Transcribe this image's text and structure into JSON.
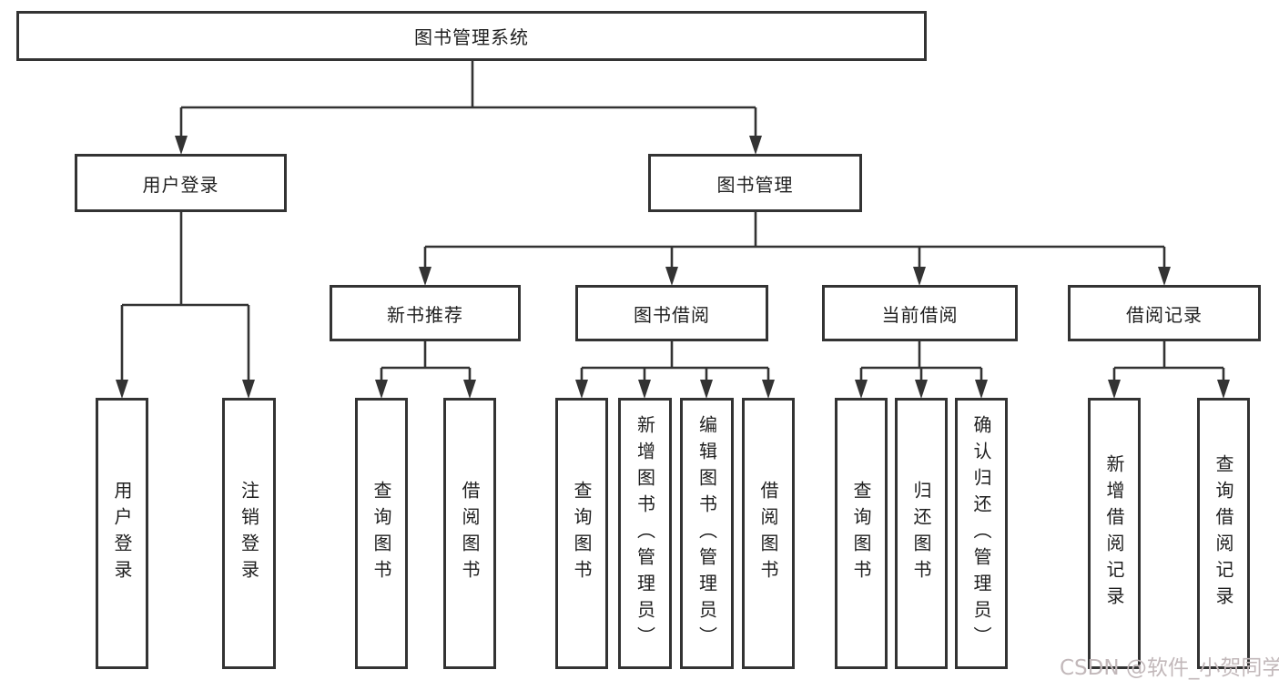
{
  "tree": {
    "label": "图书管理系统",
    "children": [
      {
        "label": "用户登录",
        "children": [
          {
            "label": "用户登录"
          },
          {
            "label": "注销登录"
          }
        ]
      },
      {
        "label": "图书管理",
        "children": [
          {
            "label": "新书推荐",
            "children": [
              {
                "label": "查询图书"
              },
              {
                "label": "借阅图书"
              }
            ]
          },
          {
            "label": "图书借阅",
            "children": [
              {
                "label": "查询图书"
              },
              {
                "label": "新增图书（管理员）"
              },
              {
                "label": "编辑图书（管理员）"
              },
              {
                "label": "借阅图书"
              }
            ]
          },
          {
            "label": "当前借阅",
            "children": [
              {
                "label": "查询图书"
              },
              {
                "label": "归还图书"
              },
              {
                "label": "确认归还（管理员）"
              }
            ]
          },
          {
            "label": "借阅记录",
            "children": [
              {
                "label": "新增借阅记录"
              },
              {
                "label": "查询借阅记录"
              }
            ]
          }
        ]
      }
    ]
  },
  "watermark": {
    "text": "CSDN @软件_小贺同学"
  },
  "colors": {
    "line": "#333333",
    "text": "#1f1f1f",
    "watermark": "#c2b8ba",
    "background": "#ffffff"
  }
}
